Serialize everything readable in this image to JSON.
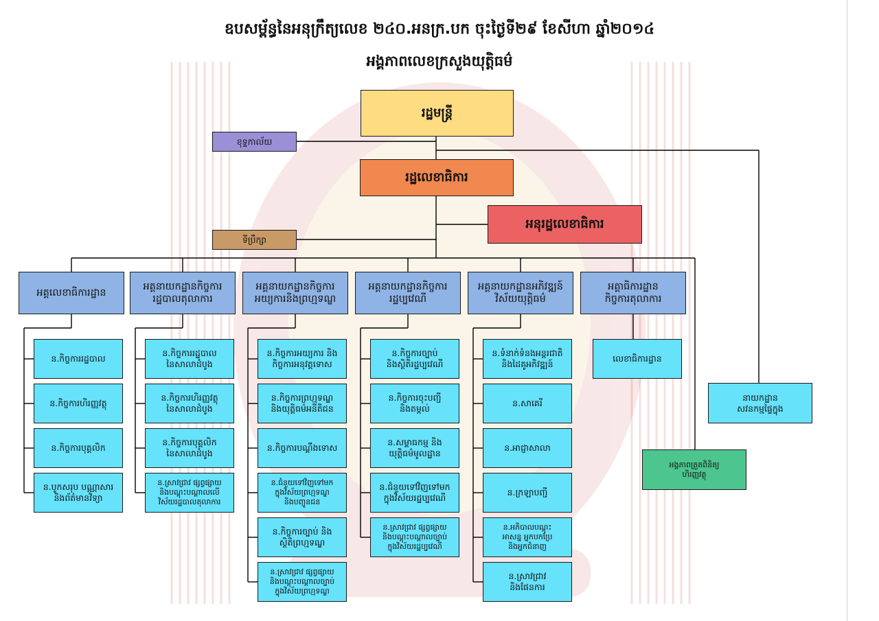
{
  "header": {
    "line1": "ឧបសម្ព័ន្ធនៃអនុក្រឹត្យលេខ ២៤០.អនក្រ.បក ចុះថ្ងៃទី២៩ ខែសីហា ឆ្នាំ២០១៤",
    "line2": "អង្គភាពលេខក្រសួងយុត្តិធម៌"
  },
  "colors": {
    "minister": "#fddc82",
    "cabinet": "#9b8fd6",
    "secretary": "#f0884f",
    "under_secretary": "#ec6262",
    "advisor": "#c89a67",
    "department": "#8fb3e4",
    "office": "#66e2fb",
    "inspection": "#4cc58e",
    "line": "#000000",
    "emblem_red": "#c01f1f",
    "emblem_gold": "#d6a62a"
  },
  "top": {
    "minister": "រដ្ឋមន្ត្រី",
    "cabinet": "ខុទ្ទកាល័យ",
    "secretary": "រដ្ឋលេខាធិការ",
    "under_secretary": "អនុរដ្ឋលេខាធិការ",
    "advisor": "ទីប្រឹក្សា"
  },
  "departments": [
    {
      "title": "អគ្គលេខាធិការដ្ឋាន",
      "offices": [
        "ន.កិច្ចការរដ្ឋបាល",
        "ន.កិច្ចការហិរញ្ញវត្ថុ",
        "ន.កិច្ចការបុគ្គលិក",
        "ន.បូកសរុប បណ្ណាសារ\nនិងព័ត៌មានវិទ្យា"
      ]
    },
    {
      "title": "អគ្គនាយកដ្ឋានកិច្ចការ\nរដ្ឋបាលតុលាការ",
      "offices": [
        "ន.កិច្ចការរដ្ឋបាល\nនៃសាលាដំបូង",
        "ន.កិច្ចការហិរញ្ញវត្ថុ\nនៃសាលាដំបូង",
        "ន.កិច្ចការបុគ្គលិក\nនៃសាលាដំបូង",
        "ន.ស្រាវជ្រាវ ផ្សព្វផ្សាយ\nនិងបណ្តុះបណ្តាលលើ\nវិស័យរដ្ឋបាលតុលាការ"
      ]
    },
    {
      "title": "អគ្គនាយកដ្ឋានកិច្ចការ\nអយ្យការនិងព្រហ្មទណ្ឌ",
      "offices": [
        "ន.កិច្ចការអយ្យការ និង\nកិច្ចការអនុវត្តទោស",
        "ន.កិច្ចការព្រហ្មទណ្ឌ\nនិងយុត្តិធម៌អនីតិជន",
        "ន.កិច្ចការបណ្តឹងទោស",
        "ន.ជំនួយទៅវិញទៅមក\nក្នុងវិស័យព្រហ្មទណ្ឌ\nនិងបញ្ជូនជន",
        "ន.កិច្ចការច្បាប់ និង\nស្ថិតិព្រហ្មទណ្ឌ",
        "ន.ស្រាវជ្រាវ ផ្សព្វផ្សាយ\nនិងបណ្តុះបណ្តាលច្បាប់\nក្នុងវិស័យព្រហ្មទណ្ឌ"
      ]
    },
    {
      "title": "អគ្គនាយកដ្ឋានកិច្ចការ\nរដ្ឋប្បវេណី",
      "offices": [
        "ន.កិច្ចការច្បាប់\nនិងស្ថិតិរដ្ឋប្បវេណី",
        "ន.កិច្ចការចុះបញ្ជី\nនិងតម្កល់",
        "ន.សម្ពាធកម្ម និង\nយុត្តិធម៌មូលដ្ឋាន",
        "ន.ជំនួយទៅវិញទៅមក\nក្នុងវិស័យរដ្ឋប្បវេណី",
        "ន.ស្រាវជ្រាវ ផ្សព្វផ្សាយ\nនិងបណ្តុះបណ្តាលច្បាប់\nក្នុងវិស័យរដ្ឋប្បវេណី"
      ]
    },
    {
      "title": "អគ្គនាយកដ្ឋានអភិវឌ្ឍន៍\nវិស័យយុត្តិធម៌",
      "offices": [
        "ន.ទំនាក់ទំនងអន្តរជាតិ\nនិងដៃគូអភិវឌ្ឍន៍",
        "ន.សាគេរី",
        "ន.អាជ្ញាសាលា",
        "ន.ក្រឡាបញ្ជី",
        "ន.អភិបាលបណ្តុះ\nអាសន្ន អ្នកបកប្រែ\nនិងអ្នកជំនាញ",
        "ន.ស្រាវជ្រាវ\nនិងផែនការ"
      ]
    },
    {
      "title": "អគ្គាធិការដ្ឋាន\nកិច្ចការតុលាការ",
      "offices": [
        "លេខាធិការដ្ឋាន"
      ]
    }
  ],
  "side": {
    "internal_audit": "នាយកដ្ឋាន\nសវនកម្មផ្ទៃក្នុង",
    "inspection": "អង្គភាពត្រួតពិនិត្យ\nហិរញ្ញវត្ថុ"
  }
}
